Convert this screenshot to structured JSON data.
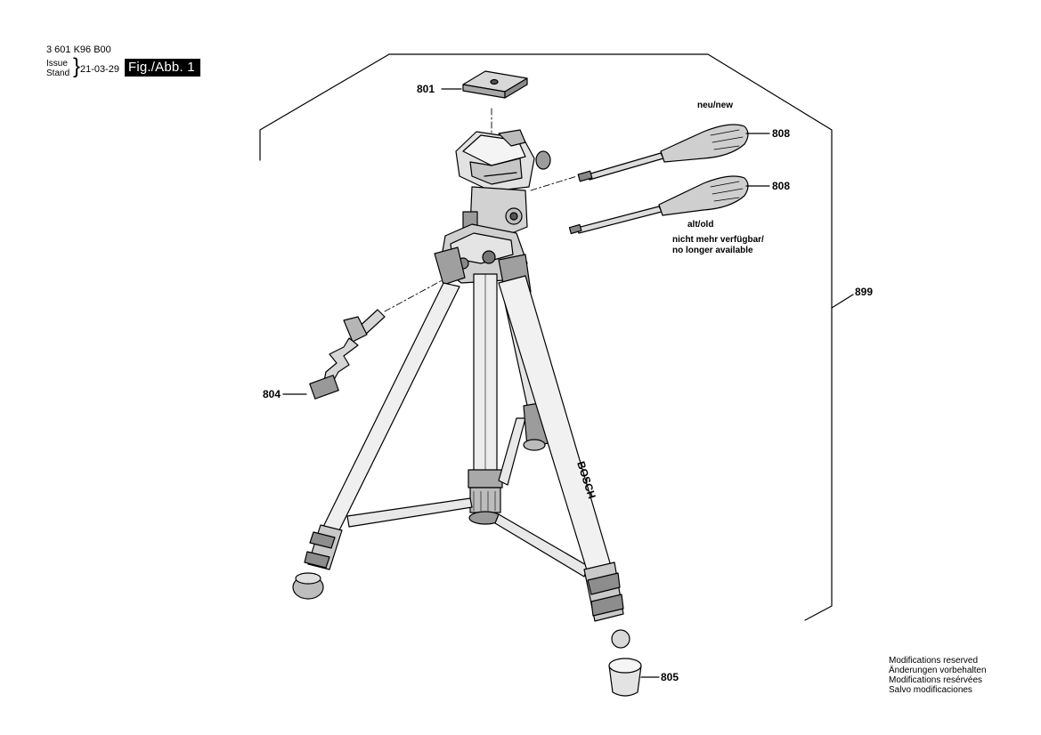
{
  "header": {
    "document_number": "3 601 K96 B00",
    "issue_label": "Issue",
    "stand_label": "Stand",
    "issue_date": "21-03-29",
    "figure_label": "Fig./Abb. 1"
  },
  "callouts": {
    "c801": "801",
    "c804": "804",
    "c805": "805",
    "c808a": "808",
    "c808b": "808",
    "c899": "899"
  },
  "notes": {
    "new": "neu/new",
    "old": "alt/old",
    "unavailable_de": "nicht mehr verfügbar/",
    "unavailable_en": "no longer available"
  },
  "brand_mark": "BOSCH",
  "modifications": {
    "line1": "Modifications reserved",
    "line2": "Änderungen vorbehalten",
    "line3": "Modifications resérvées",
    "line4": "Salvo modificaciones"
  }
}
